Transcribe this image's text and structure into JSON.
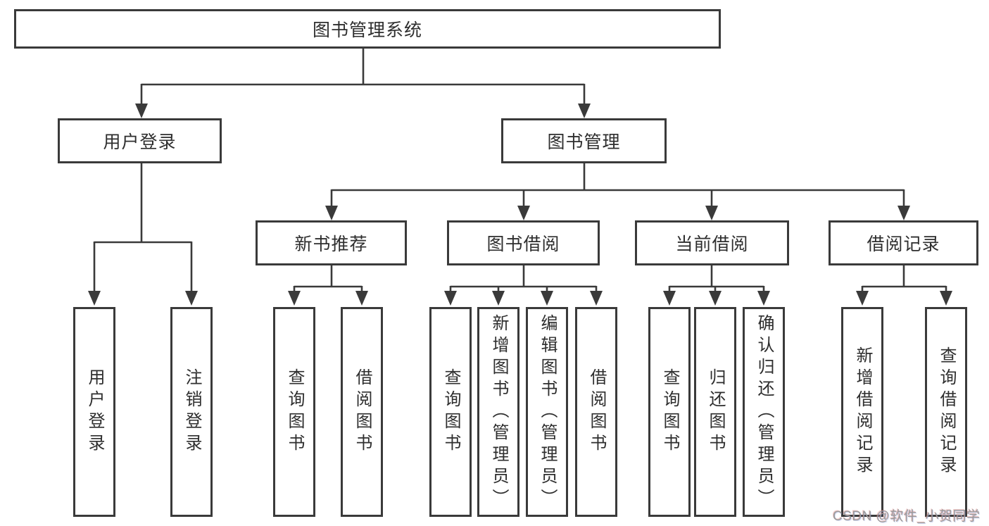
{
  "tree": {
    "label": "图书管理系统",
    "children": [
      {
        "label": "用户登录",
        "children": [
          {
            "label": "用户登录"
          },
          {
            "label": "注销登录"
          }
        ]
      },
      {
        "label": "图书管理",
        "children": [
          {
            "label": "新书推荐",
            "children": [
              {
                "label": "查询图书"
              },
              {
                "label": "借阅图书"
              }
            ]
          },
          {
            "label": "图书借阅",
            "children": [
              {
                "label": "查询图书"
              },
              {
                "label": "新增图书（管理员）"
              },
              {
                "label": "编辑图书（管理员）"
              },
              {
                "label": "借阅图书"
              }
            ]
          },
          {
            "label": "当前借阅",
            "children": [
              {
                "label": "查询图书"
              },
              {
                "label": "归还图书"
              },
              {
                "label": "确认归还（管理员）"
              }
            ]
          },
          {
            "label": "借阅记录",
            "children": [
              {
                "label": "新增借阅记录"
              },
              {
                "label": "查询借阅记录"
              }
            ]
          }
        ]
      }
    ]
  },
  "watermark": {
    "text": "CSDN @软件_小贺同学"
  },
  "colors": {
    "line": "#3a3a3a",
    "box_fill": "#ffffff",
    "text": "#2e2e2e",
    "watermark": "#9a9a9a",
    "background": "#ffffff"
  }
}
